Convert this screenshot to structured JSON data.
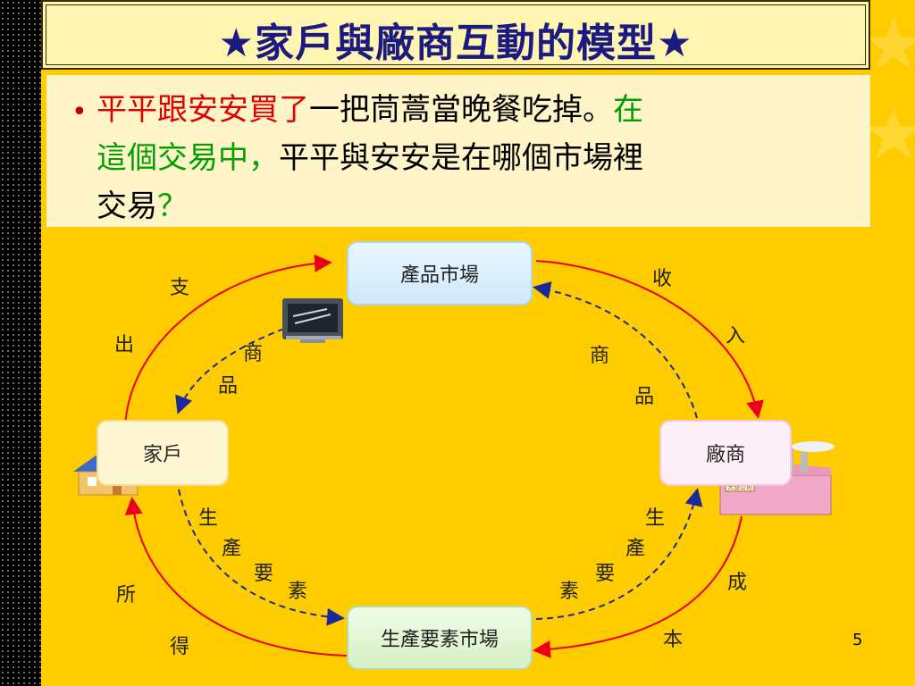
{
  "title": "★家戶與廠商互動的模型★",
  "bullet": {
    "line1_red": "平平跟安安買了",
    "line1_black": "一把茼蒿當晚餐吃掉。",
    "line1_green": "在",
    "line2_green": "這個交易中，",
    "line2_black": "平平與安安是在哪個市場裡",
    "line3_black": "交易",
    "line3_green": "？"
  },
  "diagram": {
    "product_market": "產品市場",
    "factor_market": "生產要素市場",
    "household": "家戶",
    "firm": "廠商",
    "labels": {
      "expense_1": "支",
      "expense_2": "出",
      "goods_left_1": "商",
      "goods_left_2": "品",
      "revenue_1": "收",
      "revenue_2": "入",
      "goods_right_1": "商",
      "goods_right_2": "品",
      "factor_left_1": "生",
      "factor_left_2": "產",
      "factor_left_3": "要",
      "factor_left_4": "素",
      "factor_right_1": "生",
      "factor_right_2": "產",
      "factor_right_3": "要",
      "factor_right_4": "素",
      "income_1": "所",
      "income_2": "得",
      "cost_1": "成",
      "cost_2": "本"
    },
    "factory_sign": "大發公司"
  },
  "page_number": "5",
  "colors": {
    "red_flow": "#e8001c",
    "blue_flow": "#1a2a9a",
    "title": "#1a1a80"
  }
}
